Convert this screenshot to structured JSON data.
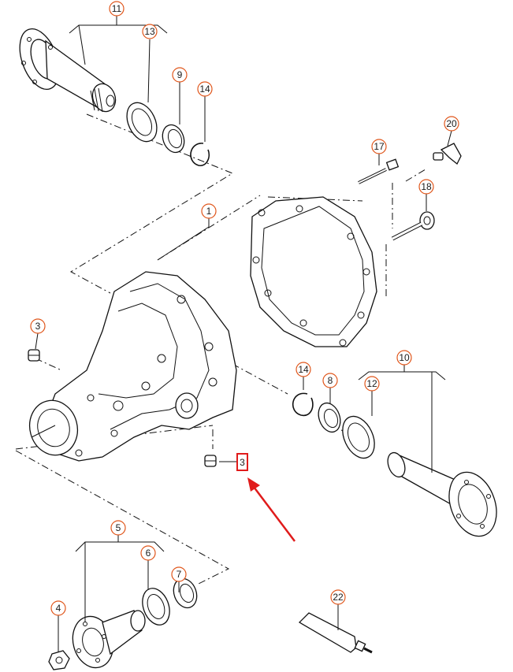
{
  "diagram": {
    "colors": {
      "line": "#111111",
      "callout_ring": "#e0561b",
      "highlight": "#e01b1b",
      "background": "#ffffff"
    },
    "callouts": [
      {
        "id": "11",
        "label": "11",
        "part": "drive-flange-left"
      },
      {
        "id": "13",
        "label": "13",
        "part": "oil-seal-left"
      },
      {
        "id": "9",
        "label": "9",
        "part": "spacer-ring-left"
      },
      {
        "id": "14a",
        "label": "14",
        "part": "circlip-left"
      },
      {
        "id": "17",
        "label": "17",
        "part": "bolt-long"
      },
      {
        "id": "20",
        "label": "20",
        "part": "breather-valve"
      },
      {
        "id": "18",
        "label": "18",
        "part": "bolt-washer"
      },
      {
        "id": "1",
        "label": "1",
        "part": "final-drive-housing"
      },
      {
        "id": "3a",
        "label": "3",
        "part": "plug-fill"
      },
      {
        "id": "14b",
        "label": "14",
        "part": "circlip-right"
      },
      {
        "id": "8",
        "label": "8",
        "part": "spacer-ring-right"
      },
      {
        "id": "12",
        "label": "12",
        "part": "oil-seal-right"
      },
      {
        "id": "10",
        "label": "10",
        "part": "drive-flange-right"
      },
      {
        "id": "3b",
        "label": "3",
        "part": "plug-drain",
        "highlighted": true
      },
      {
        "id": "5",
        "label": "5",
        "part": "input-flange"
      },
      {
        "id": "6",
        "label": "6",
        "part": "oil-seal-input"
      },
      {
        "id": "7",
        "label": "7",
        "part": "spacer-ring-input"
      },
      {
        "id": "4",
        "label": "4",
        "part": "flange-nut"
      },
      {
        "id": "22",
        "label": "22",
        "part": "sealant-tube"
      }
    ]
  }
}
